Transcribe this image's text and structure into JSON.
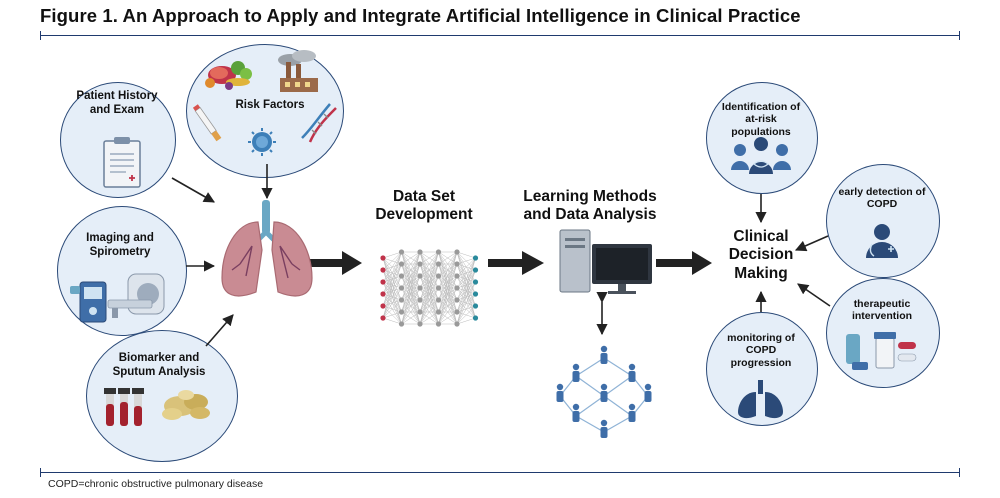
{
  "title": "Figure 1. An Approach to Apply and Integrate Artificial Intelligence in Clinical Practice",
  "footnote": "COPD=chronic obstructive pulmonary disease",
  "inputs": {
    "patient_history": "Patient History and Exam",
    "risk_factors": "Risk Factors",
    "imaging": "Imaging and Spirometry",
    "biomarker": "Biomarker and Sputum Analysis"
  },
  "stages": {
    "data_set": "Data Set Development",
    "learning": "Learning Methods and Data Analysis",
    "decision": "Clinical Decision Making"
  },
  "outputs": {
    "identification": "Identification of at-risk populations",
    "early_detection": "early detection of COPD",
    "therapeutic": "therapeutic intervention",
    "monitoring": "monitoring of COPD progression"
  },
  "colors": {
    "circle_fill": "#e5eef8",
    "circle_border": "#2b4a78",
    "rule": "#1f3a6e",
    "lung": "#c98b93",
    "network_node_red": "#c0334a",
    "network_node_teal": "#2a8a9c",
    "people_blue": "#3f6ea8"
  },
  "icons": [
    "clipboard-icon",
    "food-icon",
    "factory-icon",
    "cigarette-icon",
    "virus-icon",
    "dna-icon",
    "lungs-icon",
    "spirometer-icon",
    "mri-scanner-icon",
    "blood-tubes-icon",
    "sputum-icon",
    "neural-network-icon",
    "computer-icon",
    "people-network-icon",
    "population-dna-icon",
    "doctor-icon",
    "inhaler-icon",
    "pill-bottle-icon",
    "lung-outline-icon"
  ]
}
